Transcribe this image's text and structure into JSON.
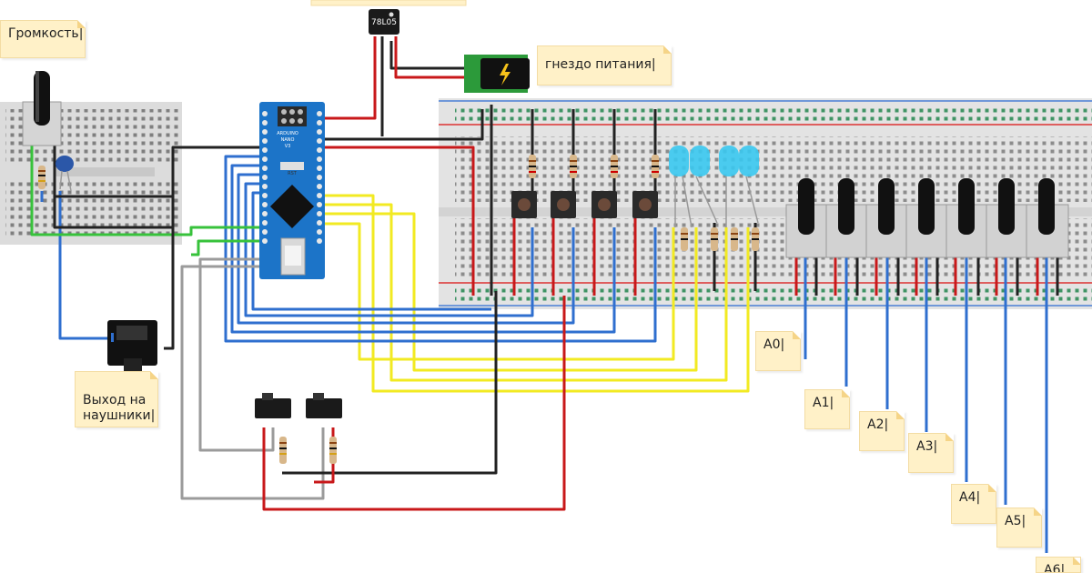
{
  "labels": {
    "volume": "Громкость",
    "power_jack": "гнездо питания",
    "headphones": "Выход на\nнаушники",
    "regulator": "78L05",
    "analog": [
      "A0",
      "A1",
      "A2",
      "A3",
      "A4",
      "A5",
      "A6"
    ]
  },
  "board": {
    "brand": "ARDUINO",
    "model": "NANO",
    "version": "V3",
    "reset": "RST"
  },
  "colors": {
    "wire_red": "#c8181a",
    "wire_black": "#222222",
    "wire_blue": "#2f6fcf",
    "wire_yellow": "#f2ea22",
    "wire_green": "#37c23b",
    "wire_gray": "#9b9b9b",
    "note_bg": "#fff1c8",
    "arduino": "#1c74c8",
    "led": "#38c8f0"
  }
}
